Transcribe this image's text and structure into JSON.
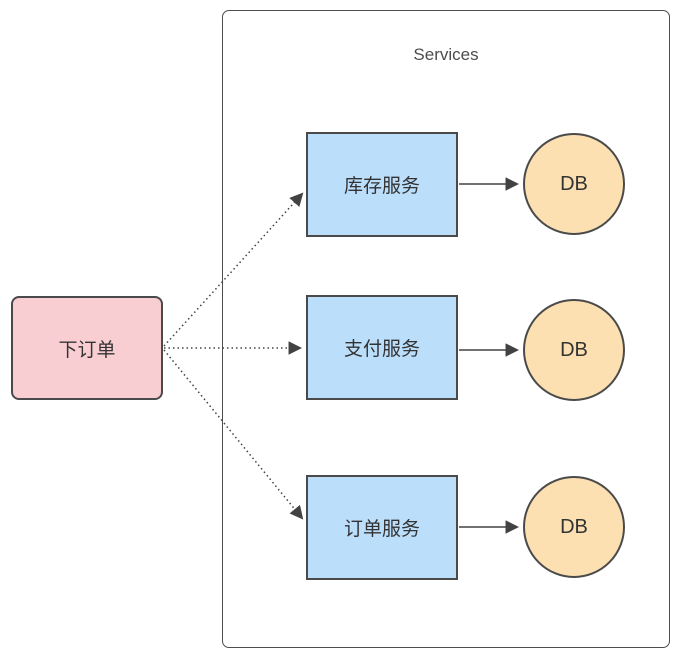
{
  "diagram": {
    "group": {
      "title": "Services"
    },
    "source": {
      "label": "下订单"
    },
    "services": [
      {
        "label": "库存服务",
        "db_label": "DB"
      },
      {
        "label": "支付服务",
        "db_label": "DB"
      },
      {
        "label": "订单服务",
        "db_label": "DB"
      }
    ],
    "edges": [
      {
        "from": "place-order",
        "to": "inventory-service",
        "style": "dotted-arrow"
      },
      {
        "from": "place-order",
        "to": "payment-service",
        "style": "dotted-arrow"
      },
      {
        "from": "place-order",
        "to": "order-service",
        "style": "dotted-arrow"
      },
      {
        "from": "inventory-service",
        "to": "inventory-db",
        "style": "solid-arrow"
      },
      {
        "from": "payment-service",
        "to": "payment-db",
        "style": "solid-arrow"
      },
      {
        "from": "order-service",
        "to": "order-db",
        "style": "solid-arrow"
      }
    ],
    "colors": {
      "source_fill": "#f9ced3",
      "service_fill": "#bbdefb",
      "db_fill": "#fce0b2",
      "shape_border": "#4a4a4a",
      "edge_stroke": "#424242",
      "text": "#333333",
      "title_text": "#4d4d4d",
      "background": "#ffffff"
    }
  }
}
